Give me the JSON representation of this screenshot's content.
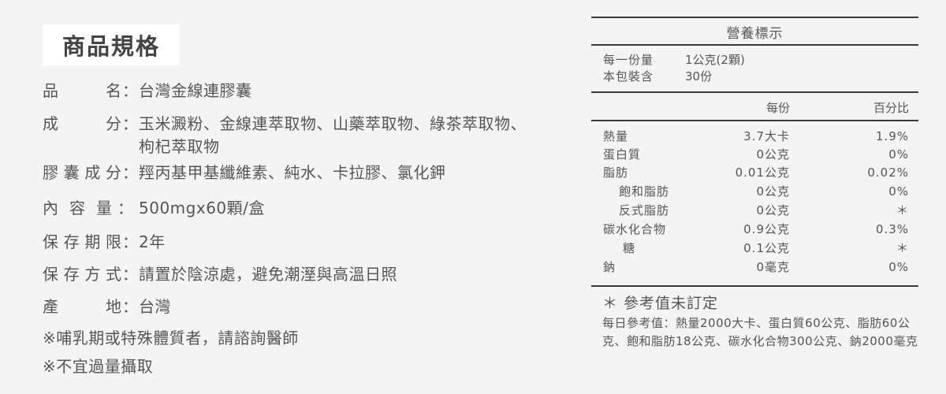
{
  "spec": {
    "title": "商品規格",
    "rows": [
      {
        "label": [
          "品",
          "名"
        ],
        "colon": "：",
        "value": "台灣金線連膠囊"
      },
      {
        "label": [
          "成",
          "分"
        ],
        "colon": "：",
        "value": "玉米澱粉、金線連萃取物、山藥萃取物、綠茶萃取物、枸杞萃取物"
      },
      {
        "label": [
          "膠",
          "囊",
          "成",
          "分"
        ],
        "colon": "：",
        "value": "羥丙基甲基纖維素、純水、卡拉膠、氯化鉀"
      },
      {
        "label": [
          "內",
          "容",
          "量"
        ],
        "colon": "：",
        "value": "500mgx60顆/盒"
      },
      {
        "label": [
          "保",
          "存",
          "期",
          "限"
        ],
        "colon": "：",
        "value": "2年"
      },
      {
        "label": [
          "保",
          "存",
          "方",
          "式"
        ],
        "colon": "：",
        "value": "請置於陰涼處，避免潮溼與高溫日照"
      },
      {
        "label": [
          "產",
          "地"
        ],
        "colon": "：",
        "value": "台灣"
      }
    ],
    "notes": [
      "※哺乳期或特殊體質者，請諮詢醫師",
      "※不宜過量攝取"
    ]
  },
  "nutrition": {
    "title": "營養標示",
    "serving": [
      {
        "label": "每一份量",
        "value": "1公克(2顆)"
      },
      {
        "label": "本包裝含",
        "value": "30份"
      }
    ],
    "headers": {
      "per_serving": "每份",
      "percent": "百分比"
    },
    "rows": [
      {
        "name": "熱量",
        "amount": "3.7大卡",
        "percent": "1.9%",
        "indent": false
      },
      {
        "name": "蛋白質",
        "amount": "0公克",
        "percent": "0%",
        "indent": false
      },
      {
        "name": "脂肪",
        "amount": "0.01公克",
        "percent": "0.02%",
        "indent": false
      },
      {
        "name": "飽和脂肪",
        "amount": "0公克",
        "percent": "0%",
        "indent": true
      },
      {
        "name": "反式脂肪",
        "amount": "0公克",
        "percent": "＊",
        "indent": true
      },
      {
        "name": "碳水化合物",
        "amount": "0.9公克",
        "percent": "0.3%",
        "indent": false
      },
      {
        "name": "糖",
        "amount": "0.1公克",
        "percent": "＊",
        "indent": true
      },
      {
        "name": "鈉",
        "amount": "0毫克",
        "percent": "0%",
        "indent": false
      }
    ],
    "footnote": "＊ 參考值未訂定",
    "daily_reference": "每日參考值：熱量2000大卡、蛋白質60公克、脂肪60公克、飽和脂肪18公克、碳水化合物300公克、鈉2000毫克"
  }
}
